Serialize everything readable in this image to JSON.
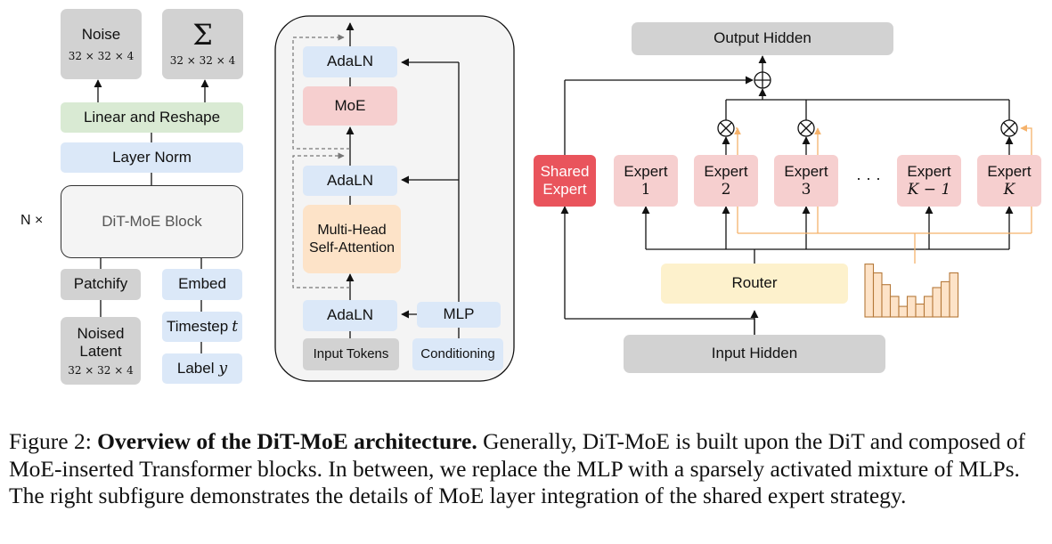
{
  "left_panel": {
    "noise": {
      "title": "Noise",
      "dims": "32 × 32 × 4"
    },
    "sigma": {
      "title": "Σ",
      "dims": "32 × 32 × 4"
    },
    "linear_reshape": "Linear and Reshape",
    "layer_norm": "Layer Norm",
    "n_times": "N ×",
    "block": "DiT-MoE Block",
    "patchify": "Patchify",
    "embed": "Embed",
    "noised_latent": {
      "line1": "Noised",
      "line2": "Latent",
      "dims": "32 × 32 × 4"
    },
    "timestep": {
      "text": "Timestep",
      "symbol": "t"
    },
    "label": {
      "text": "Label",
      "symbol": "y"
    }
  },
  "middle_panel": {
    "adaln_top": "AdaLN",
    "moe": "MoE",
    "adaln_mid": "AdaLN",
    "attention": {
      "line1": "Multi-Head",
      "line2": "Self-Attention"
    },
    "adaln_bottom": "AdaLN",
    "mlp": "MLP",
    "input_tokens": "Input Tokens",
    "conditioning": "Conditioning"
  },
  "right_panel": {
    "output_hidden": "Output Hidden",
    "shared_expert": {
      "line1": "Shared",
      "line2": "Expert"
    },
    "experts": [
      {
        "label": "Expert",
        "index": "1"
      },
      {
        "label": "Expert",
        "index": "2"
      },
      {
        "label": "Expert",
        "index": "3"
      },
      {
        "label": "Expert",
        "index": "K − 1"
      },
      {
        "label": "Expert",
        "index": "K"
      }
    ],
    "ellipsis": "· · ·",
    "router": "Router",
    "input_hidden": "Input Hidden",
    "router_histogram": [
      0.9,
      0.75,
      0.55,
      0.35,
      0.18,
      0.35,
      0.22,
      0.35,
      0.5,
      0.6,
      0.75
    ]
  },
  "caption": {
    "prefix": "Figure 2:",
    "title": "Overview of the DiT-MoE architecture.",
    "body": "Generally, DiT-MoE is built upon the DiT and composed of MoE-inserted Transformer blocks. In between, we replace the MLP with a sparsely activated mixture of MLPs. The right subfigure demonstrates the details of MoE layer integration of the shared expert strategy."
  },
  "colors": {
    "gray_box": "#d2d2d2",
    "blue_box": "#dbe8f8",
    "green_box": "#d9ead3",
    "expert_pink": "#f6cfcf",
    "shared_red": "#e9545c",
    "attention_orange": "#fde3c8",
    "router_yellow": "#fdf1cc",
    "routing_line": "#f5b26b"
  }
}
